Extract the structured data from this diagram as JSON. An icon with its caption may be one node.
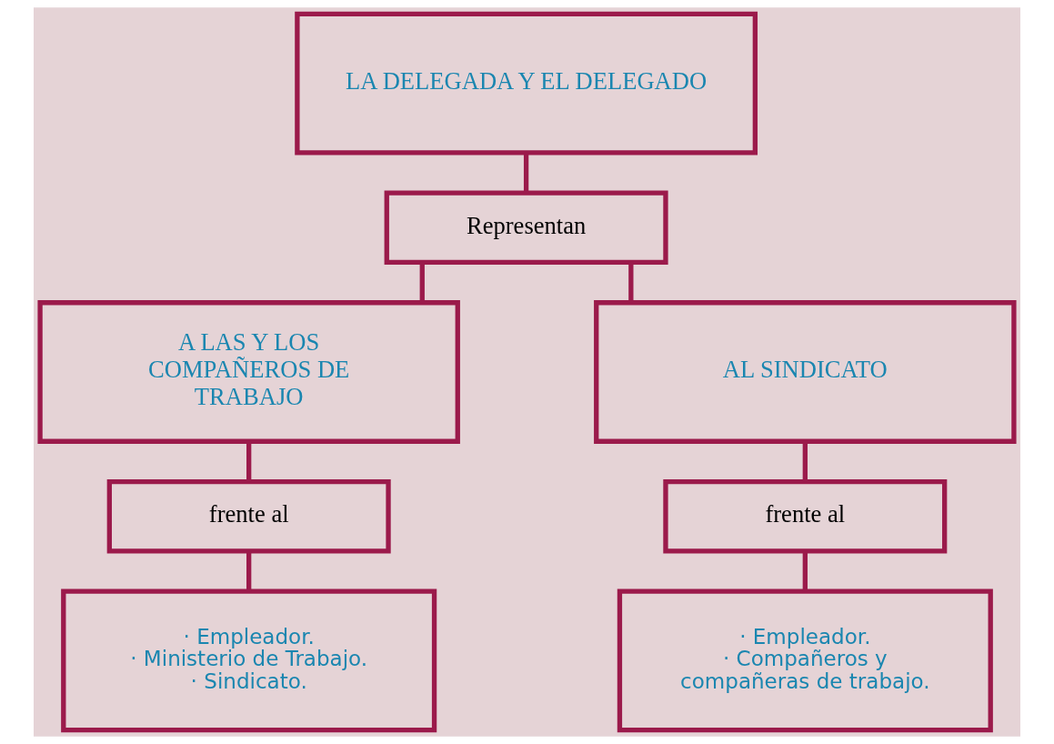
{
  "diagram": {
    "nodes": [
      {
        "text": [
          "LA DELEGADA Y EL DELEGADO"
        ]
      },
      {
        "text": [
          "Representan"
        ]
      },
      {
        "text": [
          "A LAS Y LOS COMPAÑEROS DE TRABAJO"
        ]
      },
      {
        "text": [
          "AL SINDICATO"
        ]
      },
      {
        "text": [
          "frente al"
        ]
      },
      {
        "text": [
          "frente al"
        ]
      },
      {
        "text": [
          "· Empleador.",
          "· Ministerio de Trabajo.",
          "· Sindicato."
        ]
      },
      {
        "text": [
          "· Empleador.",
          "· Compañeros y compañeras de trabajo."
        ]
      }
    ],
    "edges": [
      {
        "from": 0,
        "to": 1,
        "arrow": "none"
      },
      {
        "from": 1,
        "to": 2,
        "arrow": "none"
      },
      {
        "from": 1,
        "to": 3,
        "arrow": "none"
      },
      {
        "from": 2,
        "to": 4,
        "arrow": "none"
      },
      {
        "from": 4,
        "to": 6,
        "arrow": "none"
      },
      {
        "from": 3,
        "to": 5,
        "arrow": "none"
      },
      {
        "from": 5,
        "to": 7,
        "arrow": "none"
      }
    ]
  }
}
